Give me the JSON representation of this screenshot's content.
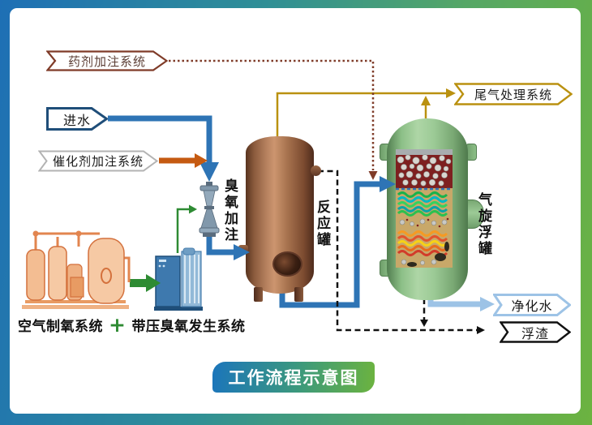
{
  "title": {
    "text": "工作流程示意图"
  },
  "labels": {
    "chemical_dosing": "药剂加注系统",
    "inlet_water": "进水",
    "catalyst_dosing": "催化剂加注系统",
    "ozone_injection": "臭氧加注",
    "reaction_tank": "反应罐",
    "tail_gas_system": "尾气处理系统",
    "flotation_tank": "气旋浮罐",
    "purified_water": "净化水",
    "scum": "浮渣",
    "air_oxygen_system": "空气制氧系统",
    "plus_sign": "+",
    "ozone_generation_system": "带压臭氧发生系统"
  },
  "colors": {
    "frame_gradient_start": "#1E6FB5",
    "frame_gradient_end": "#6CB340",
    "water_line": "#2E74B5",
    "water_label_border": "#1F4E79",
    "catalyst_line": "#C55A11",
    "catalyst_label_border": "#B3B3B3",
    "chemical_dosing_line": "#7F3B28",
    "tail_gas_line": "#BA9110",
    "purified_water_line": "#9DC3E6",
    "scum_line": "#111111",
    "ozone_line": "#2E8B33",
    "title_gradient_start": "#1B75BB",
    "title_gradient_end": "#6CB33F",
    "reaction_tank_color": "#A5714D",
    "flotation_tank_color": "#9CCA96"
  }
}
